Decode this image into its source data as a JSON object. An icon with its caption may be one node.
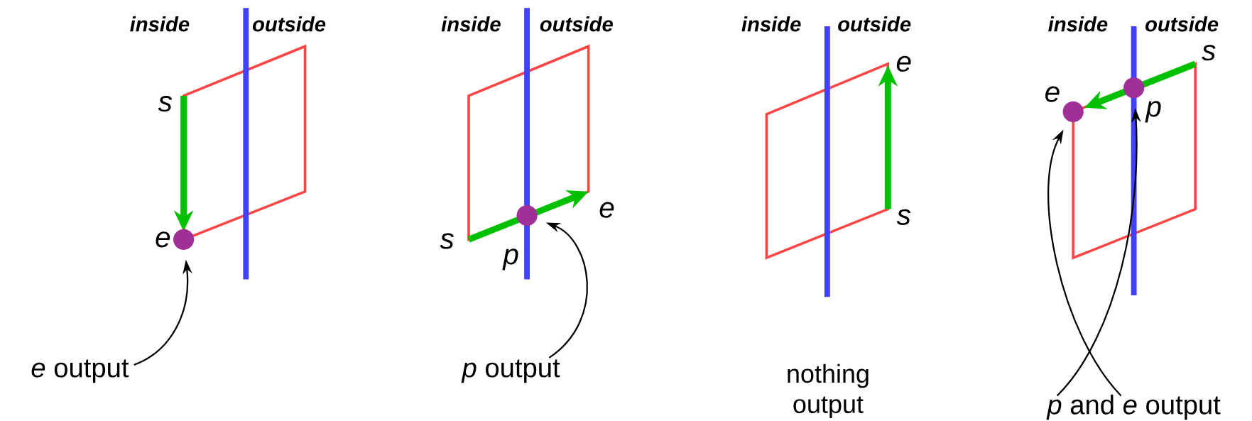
{
  "diagram": {
    "nodes": [
      {
        "text": [
          "*e* output"
        ]
      },
      {
        "text": [],
        "shape": "circle"
      },
      {
        "text": [
          "*p* output"
        ]
      },
      {
        "text": [],
        "shape": "circle"
      },
      {
        "text": [],
        "shape": "circle"
      },
      {
        "text": [],
        "shape": "circle"
      },
      {
        "text": [
          "*p* and *e* output"
        ]
      }
    ],
    "edges": [
      {
        "from": 0,
        "to": 1,
        "arrow": "to"
      },
      {
        "from": 2,
        "to": 3,
        "arrow": "to"
      },
      {
        "from": 6,
        "to": 4,
        "arrow": "to"
      },
      {
        "from": 6,
        "to": 5,
        "arrow": "to"
      }
    ],
    "labels": [
      "inside",
      "outside",
      "s",
      "e",
      "inside",
      "outside",
      "e",
      "s",
      "p",
      "inside",
      "outside",
      "e",
      "s",
      "nothing output",
      "inside",
      "outside",
      "s",
      "e",
      "p"
    ]
  }
}
